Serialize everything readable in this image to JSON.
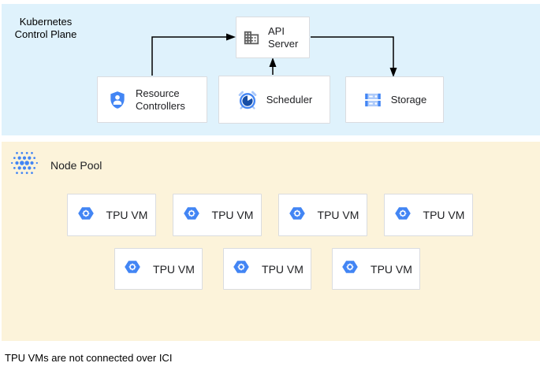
{
  "control_plane": {
    "label_line1": "Kubernetes",
    "label_line2": "Control Plane",
    "nodes": {
      "api_server": {
        "label": "API Server",
        "icon": "building-icon"
      },
      "resource_controllers": {
        "label": "Resource Controllers",
        "icon": "shield-user-icon"
      },
      "scheduler": {
        "label": "Scheduler",
        "icon": "alarm-clock-icon"
      },
      "storage": {
        "label": "Storage",
        "icon": "storage-stack-icon"
      }
    },
    "arrows": [
      "resource-controllers to api-server",
      "scheduler to api-server",
      "api-server to storage"
    ]
  },
  "node_pool": {
    "label": "Node Pool",
    "icon": "dot-cluster-icon",
    "vm_label": "TPU VM",
    "vm_icon": "tpu-hexagon-icon",
    "row1_count": 4,
    "row2_count": 3
  },
  "caption": "TPU VMs are not connected over ICI",
  "colors": {
    "control_plane_bg": "#DFF2FC",
    "node_pool_bg": "#FCF3DA",
    "box_border": "#DADCE0",
    "google_blue": "#4285F4",
    "dark_navy": "#174EA6",
    "light_blue": "#AECBFA",
    "icon_gray": "#616161",
    "arrow_black": "#000000"
  }
}
